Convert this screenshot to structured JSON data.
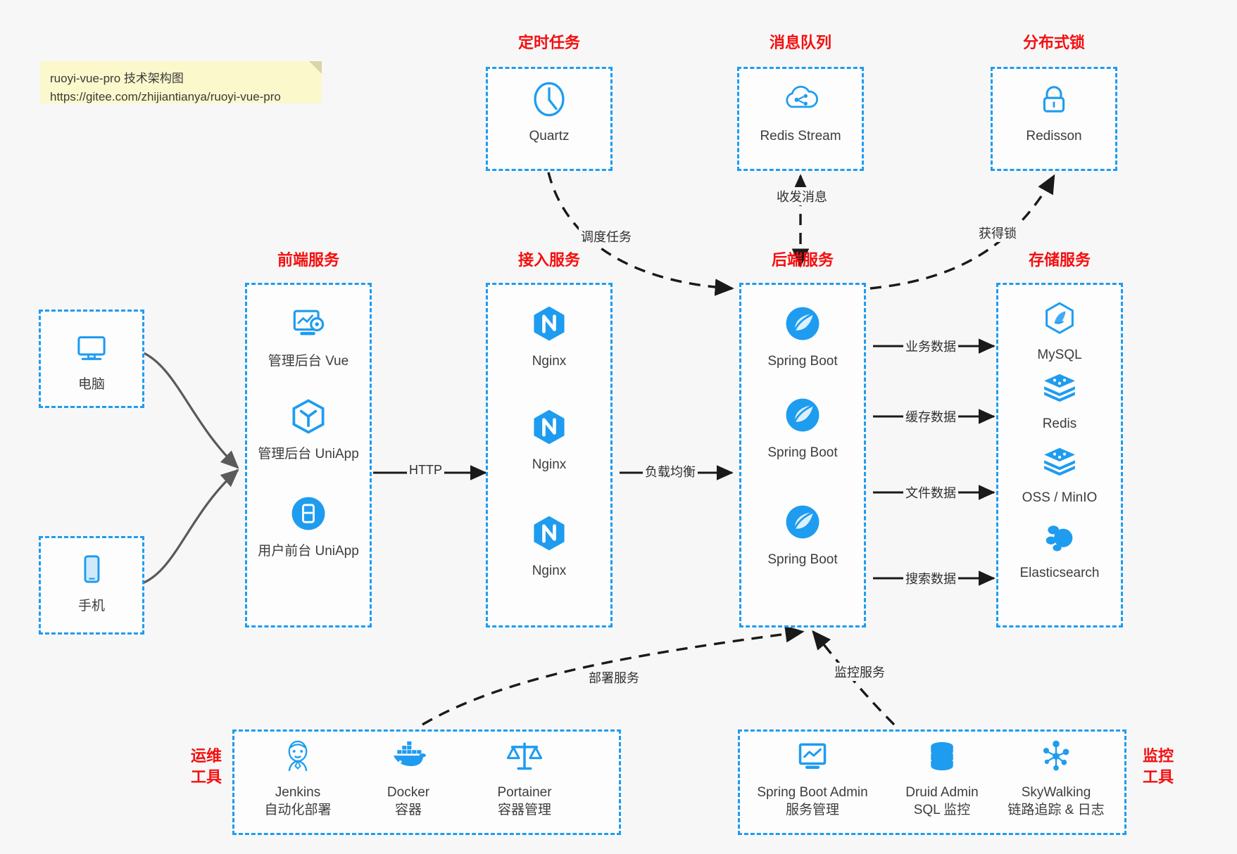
{
  "note": {
    "line1": "ruoyi-vue-pro 技术架构图",
    "line2": "https://gitee.com/zhijiantianya/ruoyi-vue-pro"
  },
  "colors": {
    "accent_blue": "#1e9cf0",
    "title_red": "#f50f0f",
    "background": "#f7f7f7",
    "arrow_gray": "#5a5a5a",
    "arrow_black": "#1a1a1a"
  },
  "groups": {
    "scheduler": {
      "title": "定时任务"
    },
    "mq": {
      "title": "消息队列"
    },
    "lock": {
      "title": "分布式锁"
    },
    "frontend": {
      "title": "前端服务"
    },
    "gateway": {
      "title": "接入服务"
    },
    "backend": {
      "title": "后端服务"
    },
    "storage": {
      "title": "存储服务"
    },
    "devops": {
      "title": "运维\n工具",
      "title_l1": "运维",
      "title_l2": "工具"
    },
    "monitor": {
      "title": "监控\n工具",
      "title_l1": "监控",
      "title_l2": "工具"
    }
  },
  "nodes": {
    "quartz": {
      "label": "Quartz",
      "icon": "clock-icon"
    },
    "redis_stream": {
      "label": "Redis Stream",
      "icon": "cloud-stream-icon"
    },
    "redisson": {
      "label": "Redisson",
      "icon": "lock-icon"
    },
    "computer": {
      "label": "电脑",
      "icon": "desktop-icon"
    },
    "phone": {
      "label": "手机",
      "icon": "mobile-icon"
    },
    "admin_vue": {
      "label": "管理后台 Vue",
      "icon": "dashboard-icon"
    },
    "admin_uniapp": {
      "label": "管理后台 UniApp",
      "icon": "uniapp-cube-icon"
    },
    "user_uniapp": {
      "label": "用户前台 UniApp",
      "icon": "app-window-icon"
    },
    "nginx1": {
      "label": "Nginx",
      "icon": "nginx-icon"
    },
    "nginx2": {
      "label": "Nginx",
      "icon": "nginx-icon"
    },
    "nginx3": {
      "label": "Nginx",
      "icon": "nginx-icon"
    },
    "springboot1": {
      "label": "Spring Boot",
      "icon": "spring-leaf-icon"
    },
    "springboot2": {
      "label": "Spring Boot",
      "icon": "spring-leaf-icon"
    },
    "springboot3": {
      "label": "Spring Boot",
      "icon": "spring-leaf-icon"
    },
    "mysql": {
      "label": "MySQL",
      "icon": "mysql-dolphin-icon"
    },
    "redis": {
      "label": "Redis",
      "icon": "redis-stack-icon"
    },
    "oss": {
      "label": "OSS / MinIO",
      "icon": "oss-stack-icon"
    },
    "elasticsearch": {
      "label": "Elasticsearch",
      "icon": "elasticsearch-icon"
    },
    "jenkins": {
      "label": "Jenkins",
      "sub": "自动化部署",
      "icon": "jenkins-butler-icon"
    },
    "docker": {
      "label": "Docker",
      "sub": "容器",
      "icon": "docker-whale-icon"
    },
    "portainer": {
      "label": "Portainer",
      "sub": "容器管理",
      "icon": "portainer-scale-icon"
    },
    "sba": {
      "label": "Spring Boot Admin",
      "sub": "服务管理",
      "icon": "monitor-chart-icon"
    },
    "druid": {
      "label": "Druid Admin",
      "sub": "SQL 监控",
      "icon": "database-icon"
    },
    "skywalking": {
      "label": "SkyWalking",
      "sub": "链路追踪 & 日志",
      "icon": "skywalking-graph-icon"
    }
  },
  "edges": {
    "http": "HTTP",
    "load_balance": "负载均衡",
    "schedule_task": "调度任务",
    "send_receive_msg": "收发消息",
    "acquire_lock": "获得锁",
    "business_data": "业务数据",
    "cache_data": "缓存数据",
    "file_data": "文件数据",
    "search_data": "搜索数据",
    "deploy_service": "部署服务",
    "monitor_service": "监控服务"
  }
}
